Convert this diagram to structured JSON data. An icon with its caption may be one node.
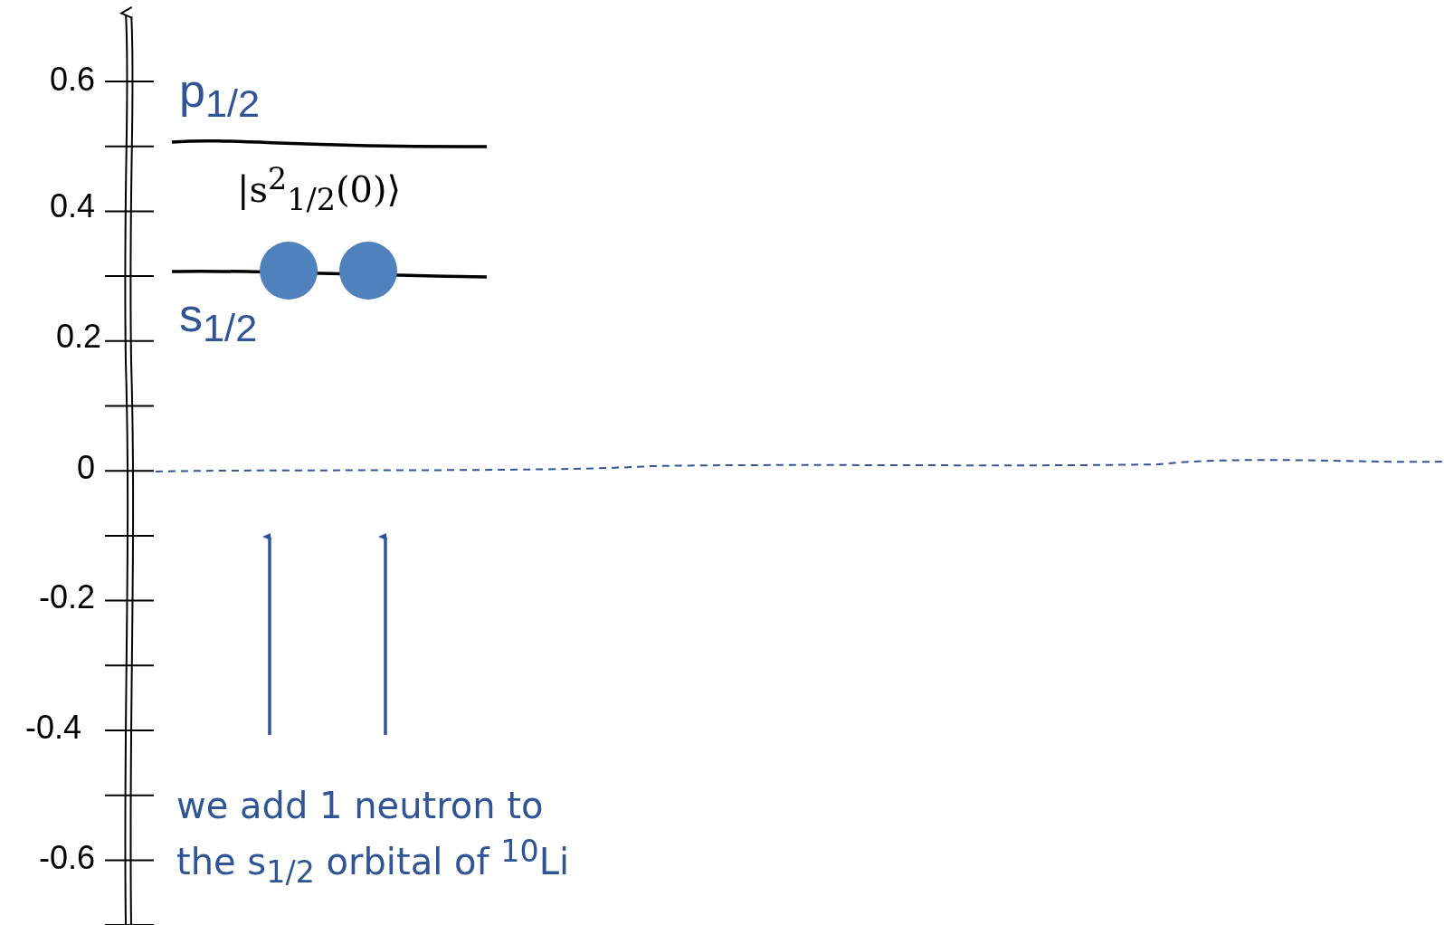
{
  "diagram": {
    "labels": [
      "0.6",
      "p$_{1/2}$",
      "|s$^{2}$$_{1/2}$(0)⟩",
      "0.4",
      "s$_{1/2}$",
      "0.2",
      "0",
      "-0.2",
      "-0.4",
      "we add 1 neutron to the s$_{1/2}$ orbital of $^{10}$Li",
      "-0.6"
    ]
  }
}
